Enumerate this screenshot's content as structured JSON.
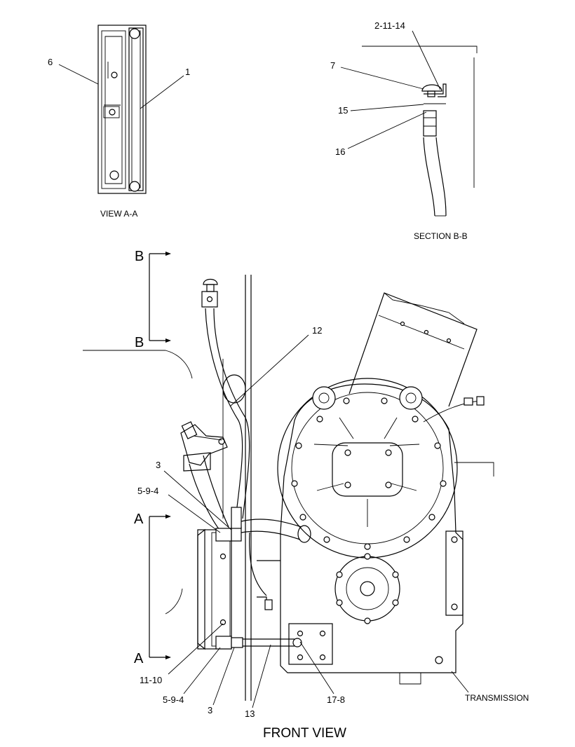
{
  "diagram": {
    "title": "FRONT VIEW",
    "view_aa_caption": "VIEW  A-A",
    "section_bb_caption": "SECTION B-B",
    "transmission_label": "TRANSMISSION",
    "section_markers": {
      "b_top": "B",
      "b_bottom": "B",
      "a_top": "A",
      "a_bottom": "A"
    },
    "callouts": {
      "c6": "6",
      "c1": "1",
      "c2_11_14": "2-11-14",
      "c7": "7",
      "c15": "15",
      "c16": "16",
      "c12": "12",
      "c3_top": "3",
      "c5_9_4_top": "5-9-4",
      "c11_10": "11-10",
      "c5_9_4_bottom": "5-9-4",
      "c3_bottom": "3",
      "c13": "13",
      "c17_8": "17-8"
    }
  }
}
